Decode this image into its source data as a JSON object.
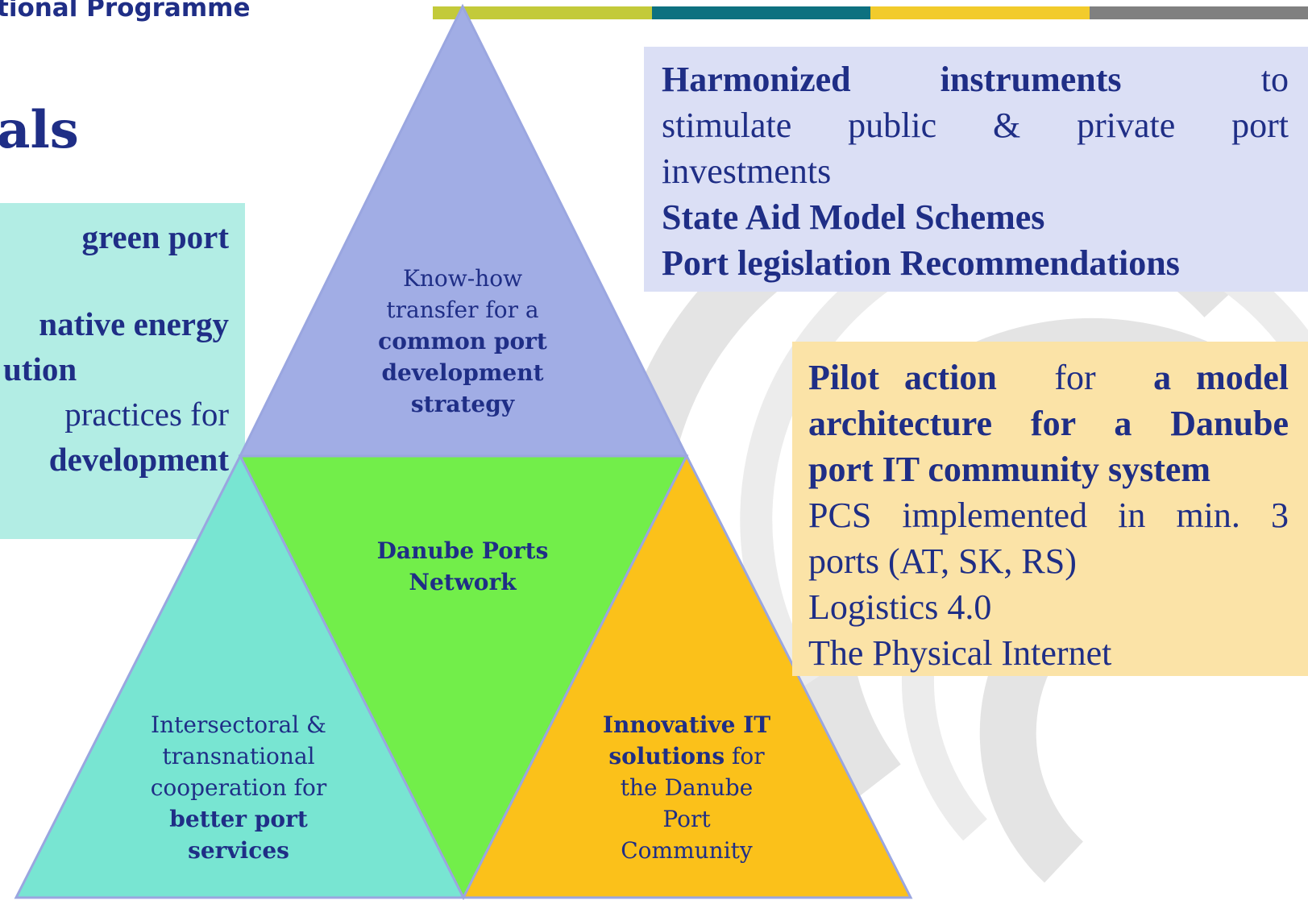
{
  "header": {
    "programme": "tional Programme",
    "stripe_colors": [
      "#c3ca3a",
      "#0d7180",
      "#f2cb2c",
      "#808080"
    ]
  },
  "title": "als",
  "left_box": {
    "line1_b": "green  port",
    "line2_b": "native energy",
    "line3_b": "ution",
    "line4": "practices for",
    "line5_b": "development"
  },
  "pyramid": {
    "top": {
      "line1": "Know-how",
      "line2": "transfer for a",
      "line3_b": "common port",
      "line4_b": "development",
      "line5_b": "strategy",
      "color": "#a1ade5"
    },
    "center": {
      "line1_b": "Danube Ports",
      "line2_b": "Network",
      "color": "#72ee4a"
    },
    "bottom_left": {
      "line1": "Intersectoral &",
      "line2": "transnational",
      "line3": "cooperation for",
      "line4_b": "better port",
      "line5_b": "services",
      "color": "#78e5d2"
    },
    "bottom_right": {
      "line1_b": "Innovative IT",
      "line2_b": "solutions",
      "line2_rest": " for",
      "line3": "the Danube",
      "line4": "Port",
      "line5": "Community",
      "color": "#fbc11a"
    }
  },
  "box_investments": {
    "l1_b": "Harmonized instruments",
    "l1_rest": "to",
    "l2": "stimulate public & private port",
    "l3": "investments",
    "l4_b": "State Aid Model Schemes",
    "l5_b": "Port legislation Recommendations"
  },
  "box_pilot": {
    "l1_b1": "Pilot action",
    "l1_mid": "for",
    "l1_b2": "a model",
    "l2_b": "architecture for a Danube",
    "l3_b": "port IT community system",
    "l4": "PCS implemented in min. 3",
    "l5": "ports (AT, SK, RS)",
    "l6": "Logistics 4.0",
    "l7": "The Physical Internet"
  }
}
